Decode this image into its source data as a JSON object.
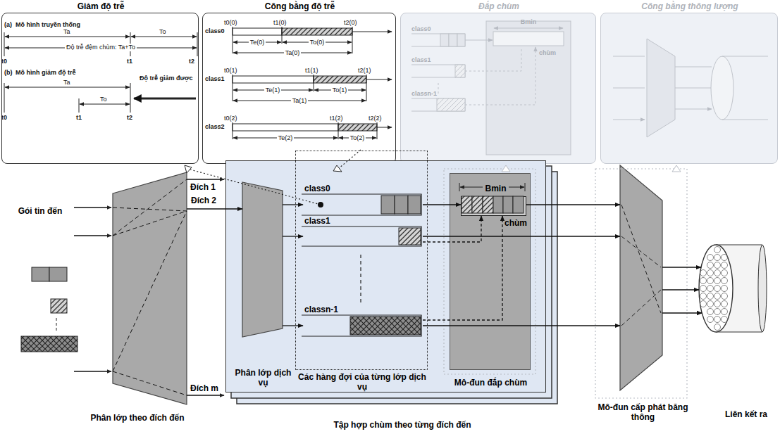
{
  "diagram": {
    "nodes": [
      {
        "text": [
          "Giảm độ trễ"
        ]
      },
      {
        "text": [
          "Công bằng độ trễ"
        ]
      },
      {
        "text": [
          "Đắp chùm"
        ]
      },
      {
        "text": [
          "Công bằng thông lượng"
        ]
      },
      {
        "text": [
          "Phân lớp theo đích đến"
        ]
      },
      {
        "text": [
          "Tập hợp chùm theo từng đích đến"
        ]
      },
      {
        "text": [
          "Phân lớp dịch vụ"
        ],
        "in": 5
      },
      {
        "text": [
          "Các hàng đợi của từng lớp dịch vụ"
        ],
        "in": 5
      },
      {
        "text": [
          "class0"
        ],
        "in": 7
      },
      {
        "text": [
          "class1"
        ],
        "in": 7
      },
      {
        "text": [
          "classn-1"
        ],
        "in": 7
      },
      {
        "text": [
          "Mô-đun đắp chùm"
        ],
        "in": 5
      },
      {
        "text": [
          "Bmin",
          "chùm"
        ],
        "in": 11
      },
      {
        "text": [
          "Mô-đun cấp phát băng thông"
        ]
      },
      {
        "text": [
          "Liên kết ra"
        ]
      }
    ],
    "edges": [
      {
        "from": 4,
        "to": 6,
        "arrow": "to",
        "label": "Đích 2"
      },
      {
        "from": 6,
        "to": 8,
        "arrow": "to"
      },
      {
        "from": 6,
        "to": 9,
        "arrow": "to"
      },
      {
        "from": 6,
        "to": 10,
        "arrow": "to"
      },
      {
        "from": 8,
        "to": 12,
        "arrow": "to"
      },
      {
        "from": 9,
        "to": 12,
        "arrow": "to"
      },
      {
        "from": 10,
        "to": 12,
        "arrow": "to"
      },
      {
        "from": 12,
        "to": 13,
        "arrow": "to"
      },
      {
        "from": 9,
        "to": 13,
        "arrow": "to"
      },
      {
        "from": 10,
        "to": 13,
        "arrow": "to"
      },
      {
        "from": 13,
        "to": 14,
        "arrow": "to"
      },
      {
        "from": 13,
        "to": 14,
        "arrow": "to"
      },
      {
        "from": 13,
        "to": 14,
        "arrow": "to"
      }
    ],
    "labels": [
      "(a)",
      "Mô hình truyền thống",
      "Ta",
      "To",
      "Độ trễ đệm chùm: Ta+To",
      "t0",
      "t1",
      "t2",
      "(b)",
      "Mô hình giảm độ trễ",
      "Ta",
      "To",
      "Độ trễ giảm được",
      "t0",
      "t1",
      "t2",
      "class0",
      "t0(0)",
      "t1(0)",
      "t2(0)",
      "Te(0)",
      "To(0)",
      "Ta(0)",
      "class1",
      "t0(1)",
      "t1(1)",
      "t2(1)",
      "Te(1)",
      "To(1)",
      "Ta(1)",
      "class2",
      "t0(2)",
      "t1(2)",
      "t2(2)",
      "Te(2)",
      "To(2)",
      "class0",
      "class1",
      "classn-1",
      "Bmin",
      "chùm",
      "Gói tin đến",
      "Đích 1",
      "Đích m"
    ]
  }
}
